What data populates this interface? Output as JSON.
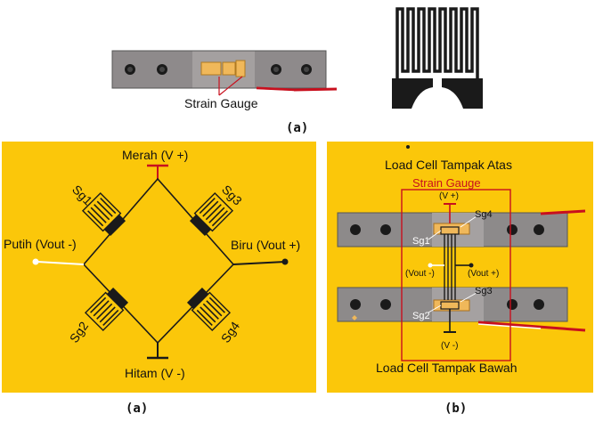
{
  "top": {
    "strain_gauge_label": "Strain Gauge",
    "caption": "(a)"
  },
  "wheatstone": {
    "top_label": "Merah (V +)",
    "left_label": "Putih (Vout -)",
    "right_label": "Biru (Vout +)",
    "bottom_label": "Hitam (V -)",
    "gauges": [
      "Sg1",
      "Sg3",
      "Sg2",
      "Sg4"
    ],
    "caption": "(a)"
  },
  "loadcell": {
    "top_title": "Load Cell Tampak Atas",
    "strain_gauge_label": "Strain Gauge",
    "v_plus": "(V +)",
    "v_minus": "(V -)",
    "vout_minus": "(Vout -)",
    "vout_plus": "(Vout +)",
    "gauges": [
      "Sg4",
      "Sg1",
      "Sg3",
      "Sg2"
    ],
    "bottom_title": "Load Cell Tampak Bawah",
    "caption": "(b)"
  },
  "colors": {
    "panel": "#fbc70a",
    "bar": "#8d8a8a",
    "wire_red": "#c8101e",
    "gauge": "#f0b85a"
  }
}
